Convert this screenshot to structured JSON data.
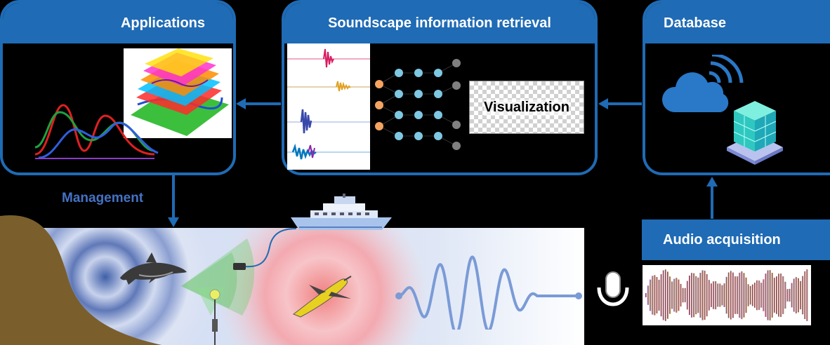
{
  "panels": {
    "applications": "Applications",
    "sir": "Soundscape information retrieval",
    "database": "Database",
    "audio": "Audio acquisition"
  },
  "visualization": "Visualization",
  "management": "Management",
  "colors": {
    "accent": "#1f6bb5",
    "label": "#4472c4",
    "sea": "#dbe4f5",
    "land": "#7a5f2d"
  },
  "icons": [
    "line-chart-icon",
    "3d-map-icon",
    "spectrogram-icon",
    "neural-network-icon",
    "cloud-wifi-icon",
    "database-cube-icon",
    "dolphin-icon",
    "ship-icon",
    "glider-icon",
    "hydrophone-icon",
    "buoy-icon",
    "microphone-icon",
    "sound-wave-icon",
    "audio-waveform-icon"
  ]
}
